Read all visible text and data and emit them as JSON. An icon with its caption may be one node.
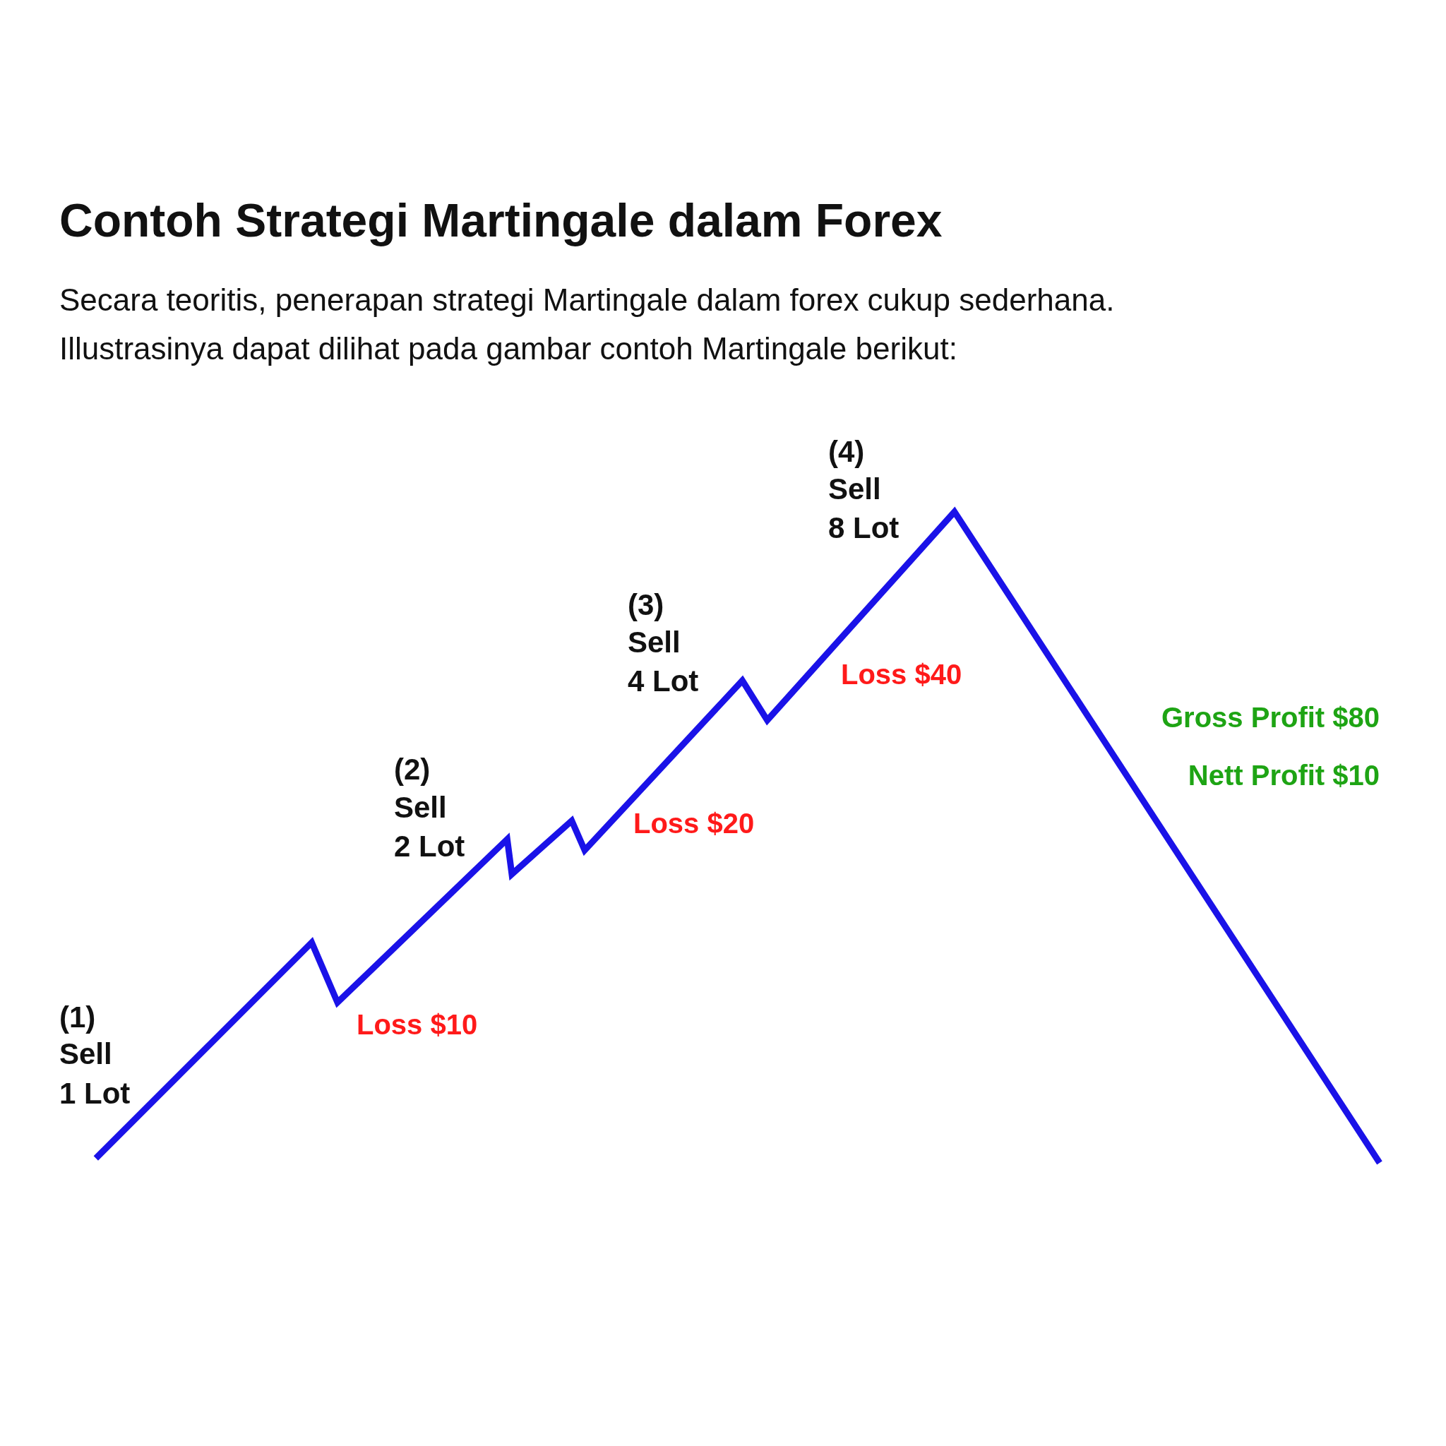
{
  "diagram": {
    "title": "Contoh Strategi Martingale dalam Forex",
    "labels": [
      "Secara teoritis, penerapan strategi Martingale dalam forex cukup sederhana.",
      "Illustrasinya dapat dilihat pada gambar contoh Martingale berikut:",
      "(4)",
      "Sell",
      "8 Lot",
      "(3)",
      "Sell",
      "4 Lot",
      "Loss $40",
      "Gross Profit $80",
      "(2)",
      "Sell",
      "2 Lot",
      "Nett Profit $10",
      "Loss $20",
      "(1)",
      "Loss $10",
      "Sell",
      "1 Lot"
    ]
  }
}
